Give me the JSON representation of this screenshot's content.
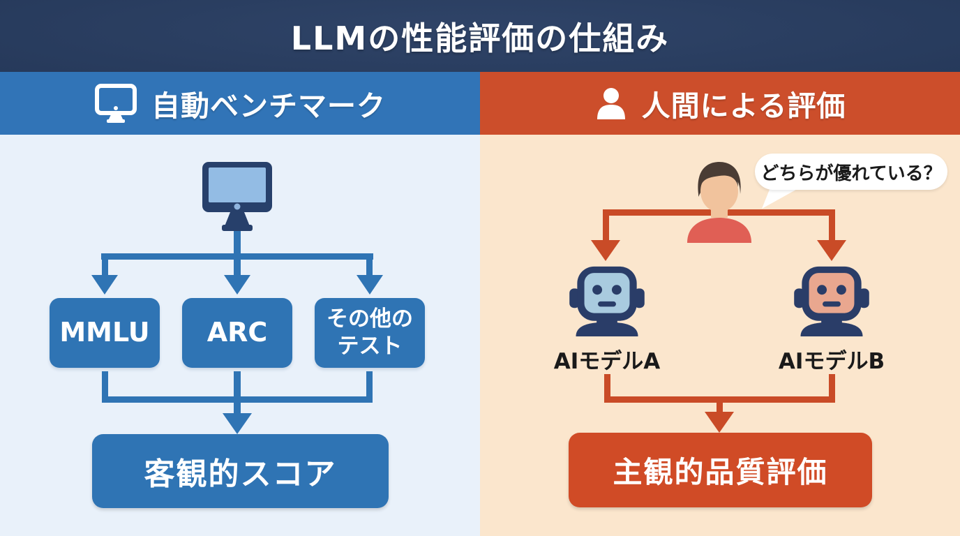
{
  "title": "LLMの性能評価の仕組み",
  "left_section": {
    "header": {
      "label": "自動ベンチマーク",
      "icon": "monitor-icon"
    },
    "source_icon": "computer-monitor-icon",
    "benchmarks": [
      {
        "label": "MMLU"
      },
      {
        "label": "ARC"
      },
      {
        "label": "その他の\nテスト"
      }
    ],
    "result": {
      "label": "客観的スコア"
    }
  },
  "right_section": {
    "header": {
      "label": "人間による評価",
      "icon": "person-icon"
    },
    "evaluator_icon": "human-evaluator-icon",
    "speech_bubble": {
      "label": "どちらが優れている？"
    },
    "models": [
      {
        "label": "AIモデルA",
        "icon": "robot-a-icon"
      },
      {
        "label": "AIモデルB",
        "icon": "robot-b-icon"
      }
    ],
    "result": {
      "label": "主観的品質評価"
    }
  },
  "colors": {
    "banner_bg": "#243A60",
    "left_header_bg": "#3174B7",
    "right_header_bg": "#CC4E2B",
    "left_panel_bg": "#E9F1FA",
    "right_panel_bg": "#FBE6CD",
    "blue_accent": "#2F74B4",
    "blue_box_bg": "#2F74B4",
    "orange_accent": "#C94B27",
    "orange_box_bg": "#D04B26",
    "robot_body": "#2A3D68",
    "robot_a_face": "#A9CBDF",
    "robot_b_face": "#E9A78F",
    "person_hair": "#4A3C34",
    "person_skin": "#F1C39D",
    "person_shirt": "#E05F55",
    "bubble_bg": "#FFFFFF",
    "bubble_text": "#1A1A1A",
    "monitor_frame": "#27406B",
    "monitor_screen": "#93BCE4",
    "label_text": "#1A1A1A",
    "text_on_color": "#FFFFFF"
  }
}
